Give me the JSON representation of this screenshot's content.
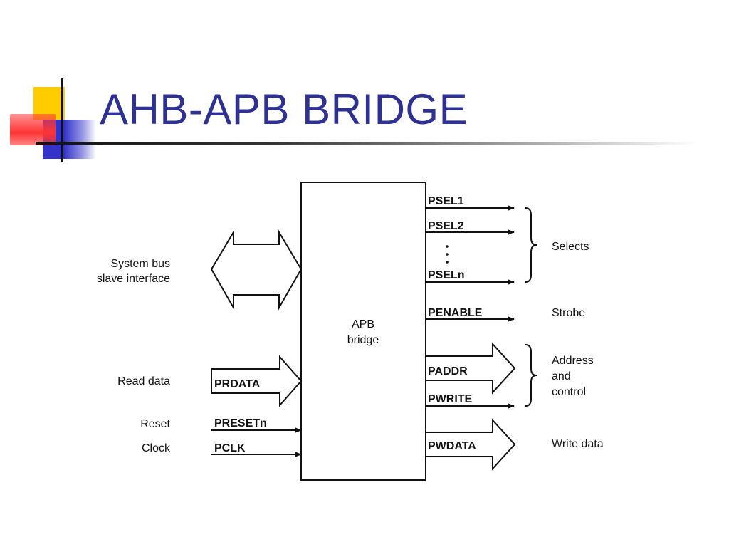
{
  "slide": {
    "title": "AHB-APB BRIDGE"
  },
  "diagram": {
    "block_label_line1": "APB",
    "block_label_line2": "bridge",
    "left_labels": {
      "system_bus_line1": "System bus",
      "system_bus_line2": "slave interface",
      "read_data": "Read data",
      "reset": "Reset",
      "clock": "Clock"
    },
    "left_signals": {
      "prdata": "PRDATA",
      "presetn": "PRESETn",
      "pclk": "PCLK"
    },
    "right_signals": {
      "psel1": "PSEL1",
      "psel2": "PSEL2",
      "pseln": "PSELn",
      "penable": "PENABLE",
      "paddr": "PADDR",
      "pwrite": "PWRITE",
      "pwdata": "PWDATA"
    },
    "right_labels": {
      "selects": "Selects",
      "strobe": "Strobe",
      "address_line1": "Address",
      "address_line2": "and",
      "address_line3": "control",
      "write_data": "Write data"
    }
  },
  "colors": {
    "title": "#2e3192",
    "deco_yellow": "#ffcc00",
    "deco_red": "#ff3333",
    "deco_blue": "#3333cc"
  }
}
